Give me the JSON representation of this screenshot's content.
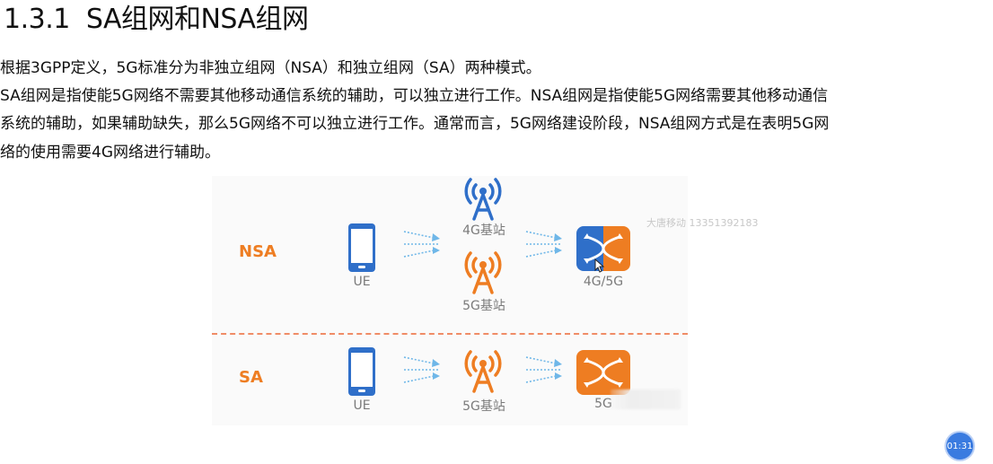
{
  "heading": {
    "number": "1.3.1",
    "title": "SA组网和NSA组网"
  },
  "paragraphs": [
    "根据3GPP定义，5G标准分为非独立组网（NSA）和独立组网（SA）两种模式。",
    "SA组网是指使能5G网络不需要其他移动通信系统的辅助，可以独立进行工作。NSA组网是指使能5G网络需要其他移动通信",
    "系统的辅助，如果辅助缺失，那么5G网络不可以独立进行工作。通常而言，5G网络建设阶段，NSA组网方式是在表明5G网",
    "络的使用需要4G网络进行辅助。"
  ],
  "diagram": {
    "nsa": {
      "label": "NSA",
      "ue_label": "UE",
      "station_4g_label": "4G基站",
      "station_5g_label": "5G基站",
      "core_label": "4G/5G"
    },
    "sa": {
      "label": "SA",
      "ue_label": "UE",
      "station_5g_label": "5G基站",
      "core_label": "5G"
    }
  },
  "watermark": "大唐移动 13351392183",
  "timer": "01:31",
  "colors": {
    "blue": "#2f6fc9",
    "orange": "#ee7d22",
    "divider": "#f08c66"
  },
  "icons": [
    "phone-icon",
    "arrows-icon",
    "antenna-tower-icon",
    "core-network-icon",
    "cursor-icon"
  ]
}
